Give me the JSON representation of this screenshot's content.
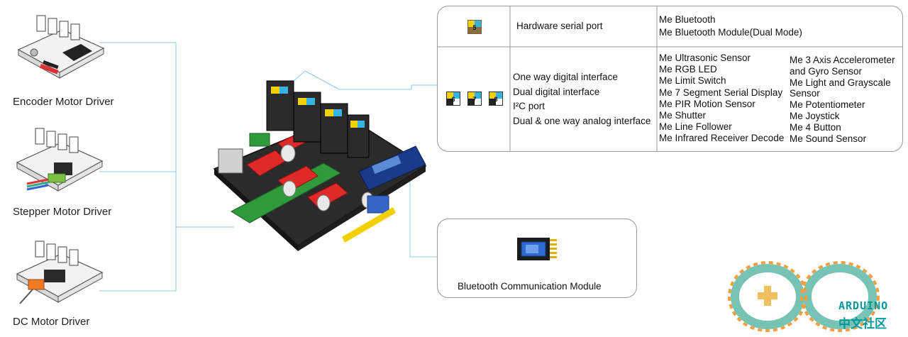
{
  "drivers": [
    {
      "label": "Encoder Motor Driver",
      "icon": "encoder-motor-driver-board"
    },
    {
      "label": "Stepper Motor Driver",
      "icon": "stepper-motor-driver-board"
    },
    {
      "label": "DC  Motor Driver",
      "icon": "dc-motor-driver-board"
    }
  ],
  "main_board_icon": "orion-main-board",
  "serial_panel": {
    "port_label": "Hardware serial port",
    "port_number": "5",
    "modules": [
      "Me Bluetooth",
      "Me Bluetooth Module(Dual Mode)"
    ]
  },
  "interface_panel": {
    "port_numbers": [
      "6",
      "7",
      "8"
    ],
    "interfaces": [
      "One way digital interface",
      "Dual digital interface",
      "I²C port",
      "Dual & one way analog interface"
    ],
    "modules_col1": [
      "Me Ultrasonic Sensor",
      "Me RGB LED",
      "Me Limit Switch",
      "Me 7 Segment Serial Display",
      "Me PIR Motion Sensor",
      "Me Shutter",
      "Me Line Follower",
      "Me Infrared Receiver Decode"
    ],
    "modules_col2": [
      "Me 3 Axis Accelerometer",
      "and Gyro Sensor",
      "Me Light and Grayscale",
      "Sensor",
      "Me Potentiometer",
      "Me Joystick",
      "Me 4 Button",
      "Me Sound Sensor"
    ]
  },
  "bluetooth_panel": {
    "caption": "Bluetooth Communication Module",
    "icon": "bluetooth-module"
  },
  "logo": {
    "text": "ARDUINO",
    "subtext": "中文社区"
  },
  "colors": {
    "connector_line": "#8cc8e8",
    "port_yellow": "#f5d100",
    "port_blue": "#38b3e6",
    "arduino_teal": "#00979c"
  }
}
